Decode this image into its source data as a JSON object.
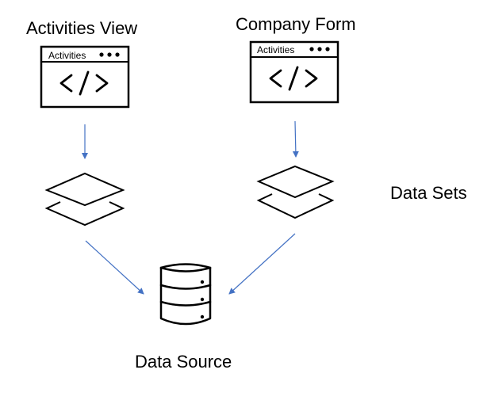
{
  "labels": {
    "activities_view": "Activities View",
    "company_form": "Company Form",
    "data_sets": "Data Sets",
    "data_source": "Data Source"
  },
  "windows": {
    "left_title": "Activities",
    "right_title": "Activities"
  },
  "icons": {
    "code_window": "code-window-icon",
    "layers": "layers-icon",
    "database": "database-icon",
    "arrow": "arrow"
  },
  "colors": {
    "stroke": "#000000",
    "arrow": "#4472C4",
    "background": "#FFFFFF"
  }
}
